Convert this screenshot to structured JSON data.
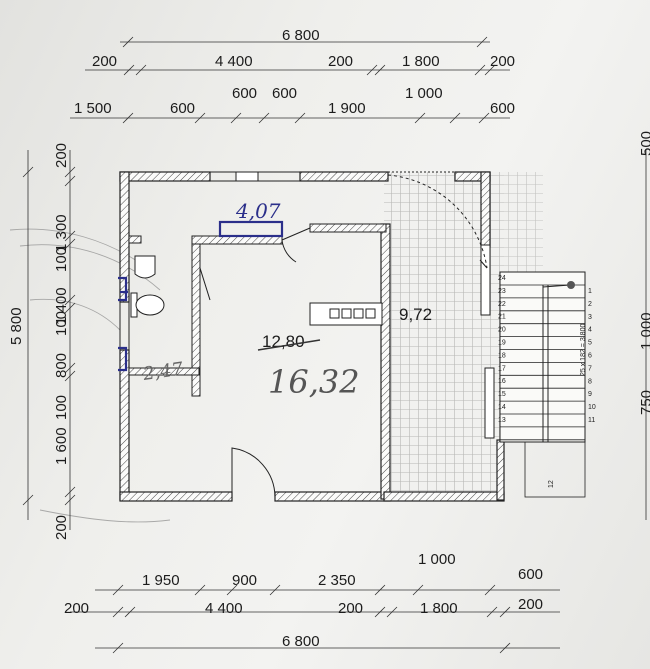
{
  "top_dimensions": {
    "overall": "6 800",
    "row2": [
      "200",
      "4 400",
      "200",
      "1 800",
      "200"
    ],
    "row3": [
      "1 500",
      "600",
      "600",
      "600",
      "1 900",
      "1 000",
      "600"
    ]
  },
  "bottom_dimensions": {
    "row1": [
      "1 950",
      "900",
      "2 350",
      "1 000",
      "600"
    ],
    "row2": [
      "200",
      "4 400",
      "200",
      "1 800",
      "200"
    ],
    "overall": "6 800"
  },
  "left_dimensions": {
    "overall": "5 800",
    "segments": [
      "200",
      "1 300",
      "100",
      "1 400",
      "100",
      "800",
      "100",
      "1 600",
      "200"
    ]
  },
  "right_dimensions": [
    "500",
    "1 000",
    "750"
  ],
  "rooms": {
    "terrace_area": "9,72",
    "main_area_printed": "12,80",
    "main_area_handwritten": "16,32",
    "window_note": "4,07",
    "wc_note": "2,47"
  },
  "stair": {
    "label": "25 х 182 = 3 800",
    "landing_mark": "12",
    "steps_right": [
      "1",
      "2",
      "3",
      "4",
      "5",
      "6",
      "7",
      "8",
      "9",
      "10",
      "11"
    ],
    "steps_left": [
      "24",
      "23",
      "22",
      "21",
      "20",
      "19",
      "18",
      "17",
      "16",
      "15",
      "14",
      "13"
    ]
  },
  "colors": {
    "ink": "#1c1c1c",
    "pen": "#2b2f8a",
    "pencil": "#777777",
    "hatch": "#9a9a9a"
  }
}
